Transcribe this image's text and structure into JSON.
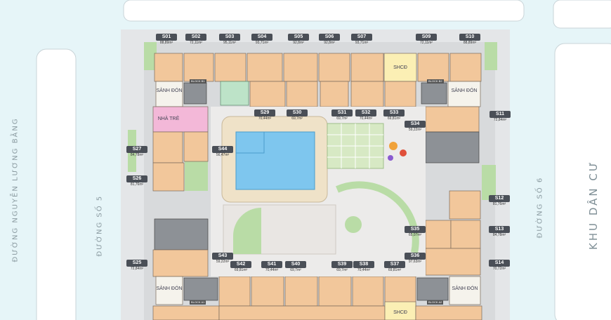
{
  "streets": {
    "west": "ĐƯỜNG NGUYỄN LƯƠNG BẰNG",
    "inner_west": "ĐƯỜNG SỐ 5",
    "inner_east": "ĐƯỜNG SỐ 6",
    "east": "KHU DÂN CƯ"
  },
  "facilities": {
    "lobby_nw": "SẢNH ĐÓN",
    "lobby_ne": "SẢNH ĐÓN",
    "lobby_sw": "SẢNH ĐÓN",
    "lobby_se": "SẢNH ĐÓN",
    "shcd_north": "SHCĐ",
    "shcd_south": "SHCĐ",
    "kindergarten": "NHÀ TRẺ",
    "block_b1": "BLOCK B1",
    "block_b2": "BLOCK B2",
    "block_a1": "BLOCK A1",
    "block_a2": "BLOCK A2"
  },
  "units": [
    {
      "code": "S01",
      "area": "88,89m²"
    },
    {
      "code": "S02",
      "area": "72,11m²"
    },
    {
      "code": "S03",
      "area": "95,11m²"
    },
    {
      "code": "S04",
      "area": "93,71m²"
    },
    {
      "code": "S05",
      "area": "92,8m²"
    },
    {
      "code": "S06",
      "area": "92,8m²"
    },
    {
      "code": "S07",
      "area": "93,71m²"
    },
    {
      "code": "S09",
      "area": "72,11m²"
    },
    {
      "code": "S10",
      "area": "88,89m²"
    },
    {
      "code": "S29",
      "area": "70,44m²"
    },
    {
      "code": "S30",
      "area": "69,7m²"
    },
    {
      "code": "S31",
      "area": "69,7m²"
    },
    {
      "code": "S32",
      "area": "70,44m²"
    },
    {
      "code": "S33",
      "area": "69,81m²"
    },
    {
      "code": "S34",
      "area": "59,22m²"
    },
    {
      "code": "S11",
      "area": "72,84m²"
    },
    {
      "code": "S27",
      "area": "84,78m²"
    },
    {
      "code": "S44",
      "area": "56,47m²"
    },
    {
      "code": "S26",
      "area": "81,76m²"
    },
    {
      "code": "S12",
      "area": "81,76m²"
    },
    {
      "code": "S35",
      "area": "65,07m²"
    },
    {
      "code": "S13",
      "area": "84,78m²"
    },
    {
      "code": "S36",
      "area": "97,63m²"
    },
    {
      "code": "S43",
      "area": "59,22m²"
    },
    {
      "code": "S25",
      "area": "72,84m²"
    },
    {
      "code": "S42",
      "area": "69,81m²"
    },
    {
      "code": "S41",
      "area": "70,44m²"
    },
    {
      "code": "S40",
      "area": "69,7m²"
    },
    {
      "code": "S39",
      "area": "69,7m²"
    },
    {
      "code": "S38",
      "area": "70,44m²"
    },
    {
      "code": "S37",
      "area": "69,81m²"
    },
    {
      "code": "S14",
      "area": "70,72m²"
    }
  ],
  "colors": {
    "water": "#e6f5f8",
    "unit": "#f2c79b",
    "kindergarten": "#f3b8d8",
    "shcd": "#fbefb4",
    "lawn": "#b9dca6",
    "pool": "#7ec6ee",
    "label": "#4a4f57"
  }
}
